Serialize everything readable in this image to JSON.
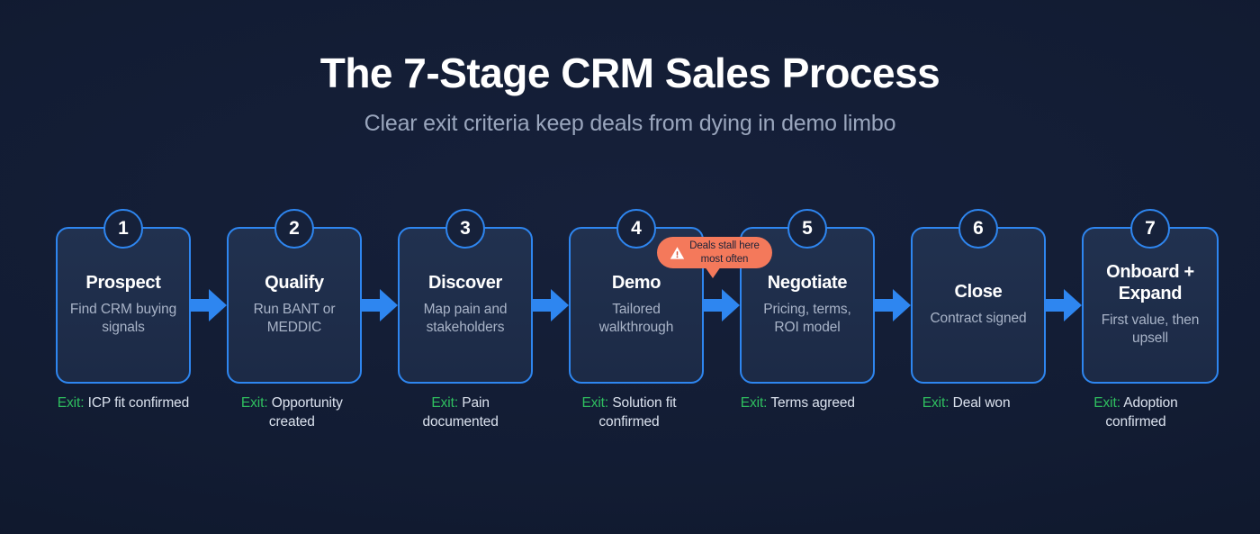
{
  "header": {
    "title": "The 7-Stage CRM Sales Process",
    "subtitle": "Clear exit criteria keep deals from dying in demo limbo"
  },
  "colors": {
    "background": "#121c33",
    "card_fill": "#1e2d4d",
    "card_border": "#2e86f0",
    "arrow": "#2e86f0",
    "exit_label": "#2fbf5f",
    "exit_text": "#dbe2ee",
    "title": "#ffffff",
    "subtitle": "#9aa6bd",
    "badge_background": "#f4795b",
    "badge_text": "#1a2238"
  },
  "stages": [
    {
      "number": "1",
      "name": "Prospect",
      "description": "Find CRM buying signals",
      "exit_label": "Exit:",
      "exit_text": "ICP fit confirmed"
    },
    {
      "number": "2",
      "name": "Qualify",
      "description": "Run BANT or MEDDIC",
      "exit_label": "Exit:",
      "exit_text": "Opportunity created"
    },
    {
      "number": "3",
      "name": "Discover",
      "description": "Map pain and stakeholders",
      "exit_label": "Exit:",
      "exit_text": "Pain documented"
    },
    {
      "number": "4",
      "name": "Demo",
      "description": "Tailored walkthrough",
      "exit_label": "Exit:",
      "exit_text": "Solution fit confirmed"
    },
    {
      "number": "5",
      "name": "Negotiate",
      "description": "Pricing, terms, ROI model",
      "exit_label": "Exit:",
      "exit_text": "Terms agreed"
    },
    {
      "number": "6",
      "name": "Close",
      "description": "Contract signed",
      "exit_label": "Exit:",
      "exit_text": "Deal won"
    },
    {
      "number": "7",
      "name": "Onboard + Expand",
      "description": "First value, then upsell",
      "exit_label": "Exit:",
      "exit_text": "Adoption confirmed"
    }
  ],
  "badge": {
    "icon": "warning-triangle-icon",
    "line1": "Deals stall here",
    "line2": "most often",
    "attached_between": "Demo and Negotiate"
  },
  "arrows": {
    "icon": "right-arrow-icon",
    "count": 6
  }
}
